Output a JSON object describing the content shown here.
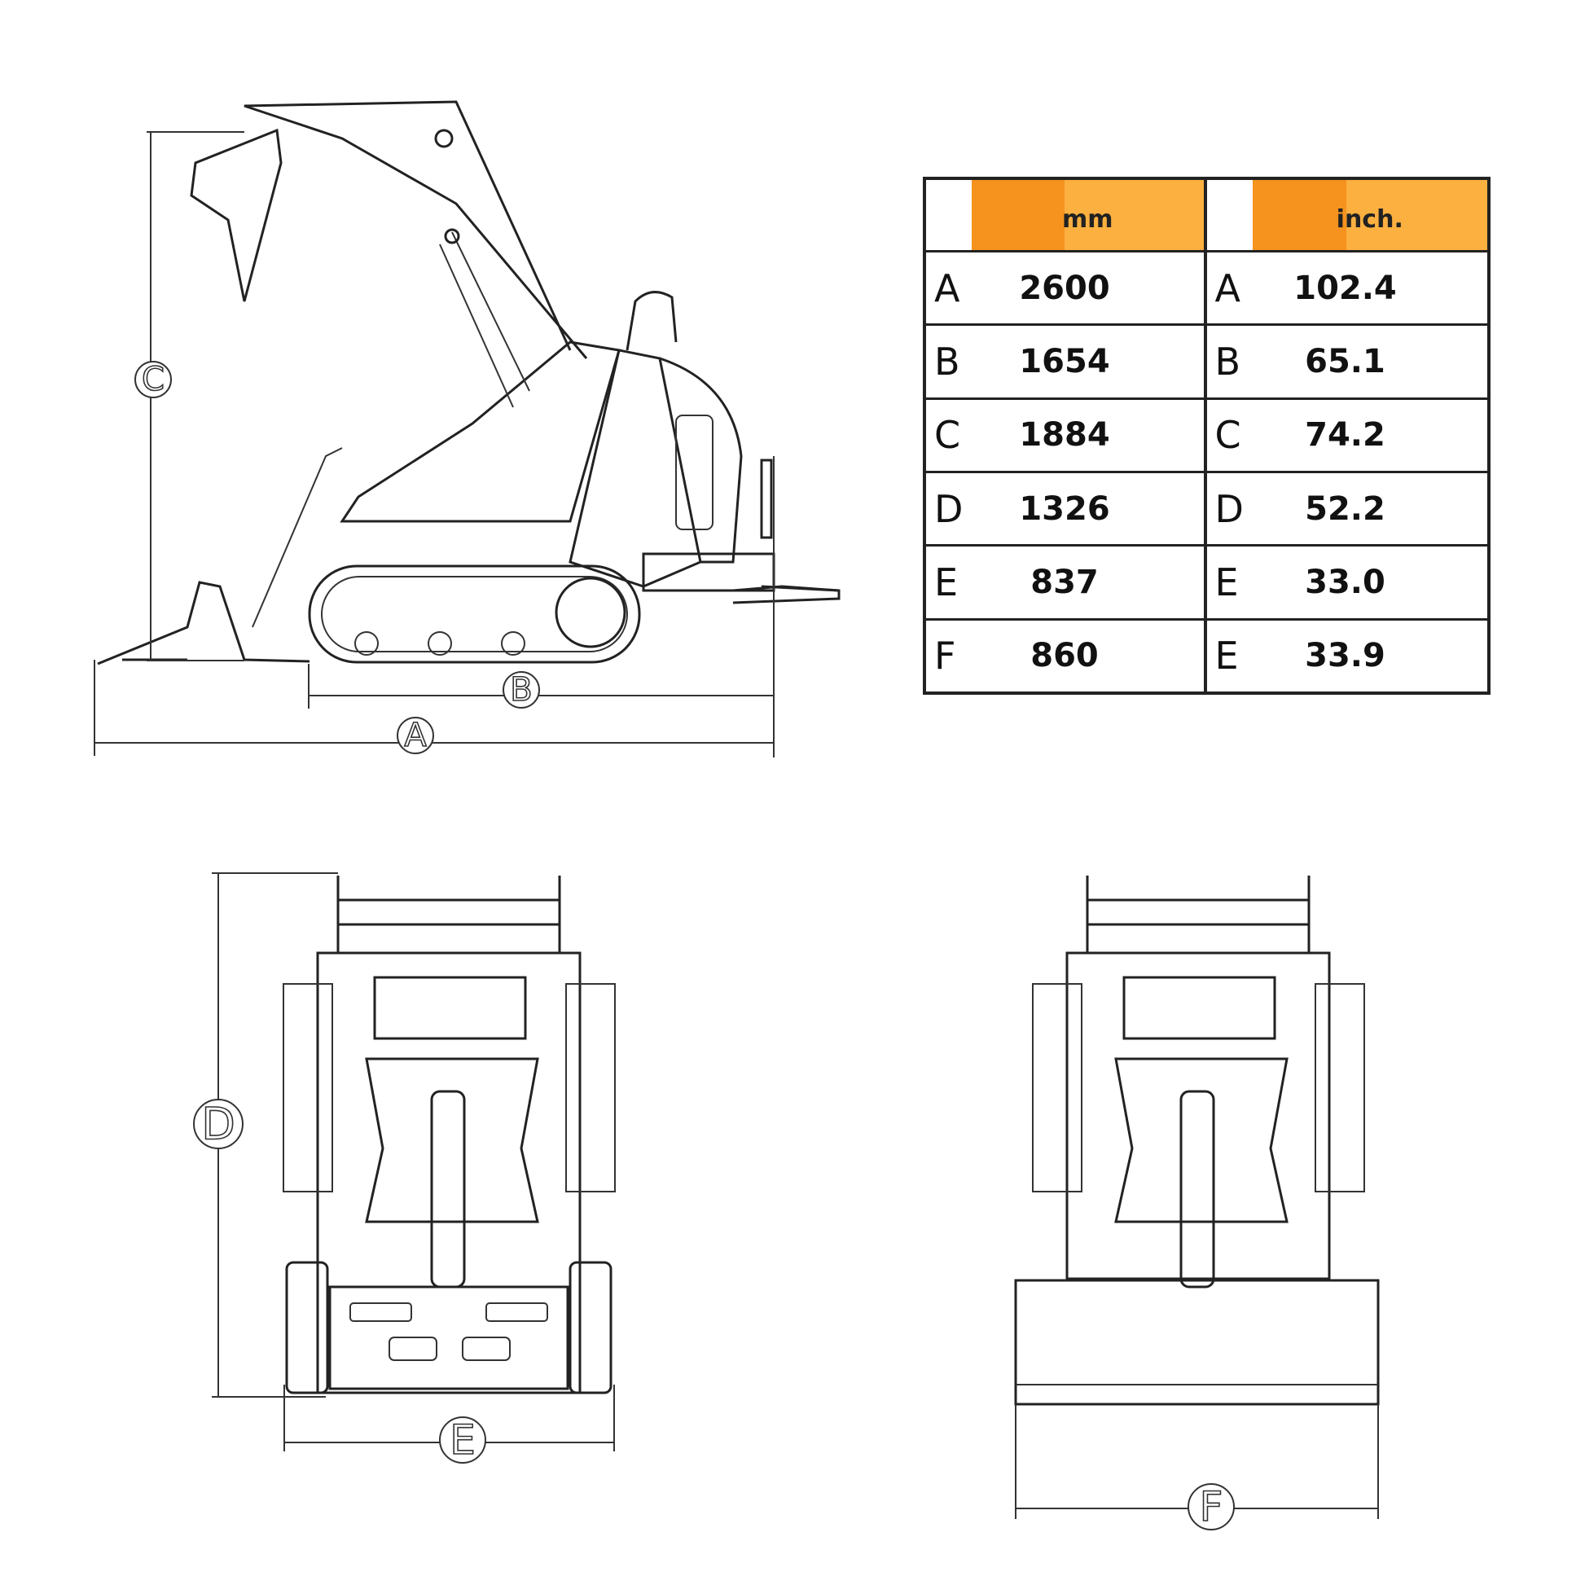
{
  "dimension_labels": {
    "A": "A",
    "B": "B",
    "C": "C",
    "D": "D",
    "E": "E",
    "F": "F"
  },
  "spec_table": {
    "mm": {
      "header": "mm",
      "rows": [
        {
          "key": "A",
          "value": "2600"
        },
        {
          "key": "B",
          "value": "1654"
        },
        {
          "key": "C",
          "value": "1884"
        },
        {
          "key": "D",
          "value": "1326"
        },
        {
          "key": "E",
          "value": "837"
        },
        {
          "key": "F",
          "value": "860"
        }
      ]
    },
    "inch": {
      "header": "inch.",
      "rows": [
        {
          "key": "A",
          "value": "102.4"
        },
        {
          "key": "B",
          "value": "65.1"
        },
        {
          "key": "C",
          "value": "74.2"
        },
        {
          "key": "D",
          "value": "52.2"
        },
        {
          "key": "E",
          "value": "33.0"
        },
        {
          "key": "E",
          "value": "33.9"
        }
      ]
    }
  },
  "colors": {
    "header_dark": "#f5931e",
    "header_light": "#fbb040",
    "line": "#222222"
  }
}
